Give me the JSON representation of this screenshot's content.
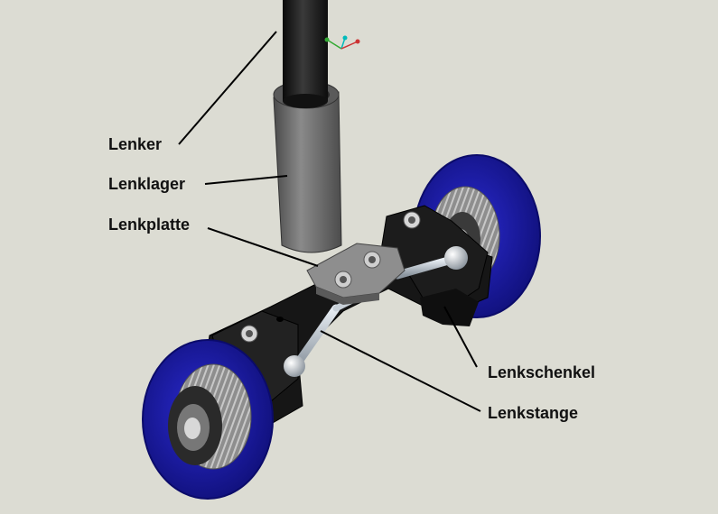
{
  "labels": {
    "lenker": "Lenker",
    "lenklager": "Lenklager",
    "lenkplatte": "Lenkplatte",
    "lenkschenkel": "Lenkschenkel",
    "lenkstange": "Lenkstange"
  },
  "colors": {
    "background": "#dcdcd3",
    "wheel_blue": "#1e1eb4",
    "hub_gray": "#9a9a9a",
    "body_black": "#151515",
    "bearing_gray": "#6e6e6e"
  }
}
